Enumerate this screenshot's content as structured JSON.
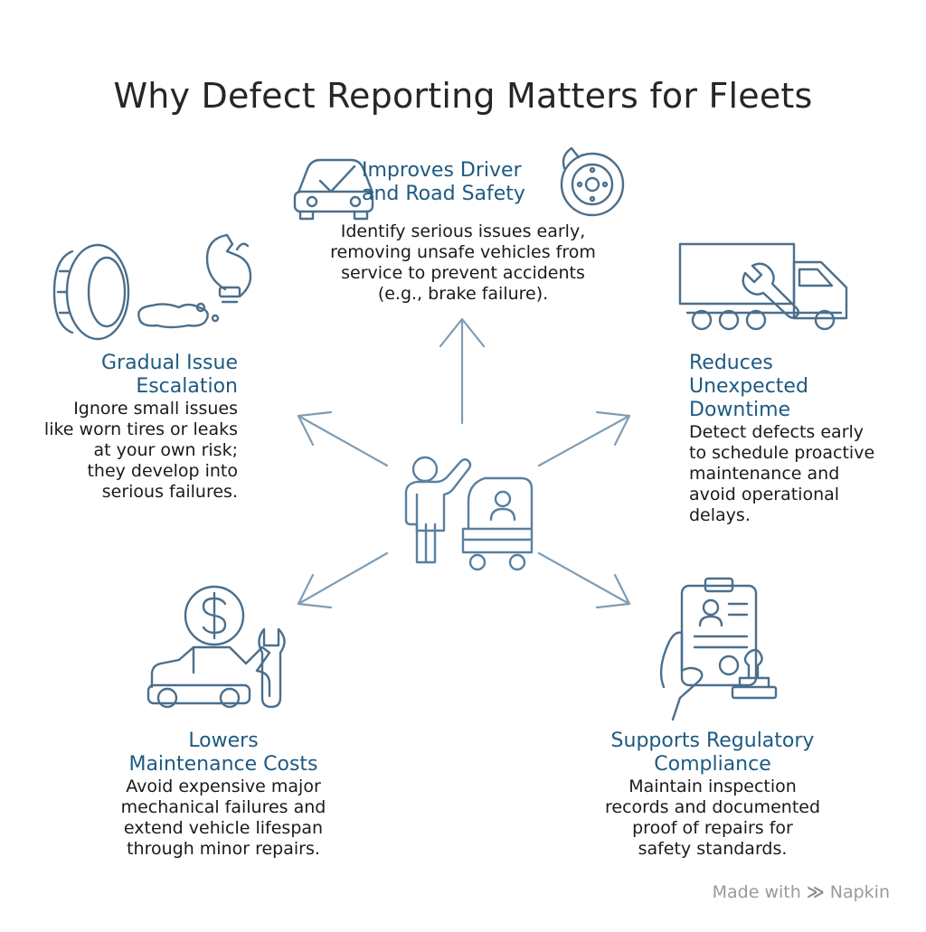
{
  "title": "Why Defect Reporting Matters for Fleets",
  "sections": {
    "safety": {
      "heading": [
        "Improves Driver",
        "and Road Safety"
      ],
      "body": [
        "Identify serious issues early,",
        "removing unsafe vehicles from",
        "service to prevent accidents",
        "(e.g., brake failure)."
      ]
    },
    "escalation": {
      "heading": [
        "Gradual Issue",
        "Escalation"
      ],
      "body": [
        "Ignore small issues",
        "like worn tires or leaks",
        "at your own risk;",
        "they develop into",
        "serious failures."
      ]
    },
    "downtime": {
      "heading": [
        "Reduces",
        "Unexpected",
        "Downtime"
      ],
      "body": [
        "Detect defects early",
        "to schedule proactive",
        "maintenance and",
        "avoid operational",
        "delays."
      ]
    },
    "costs": {
      "heading": [
        "Lowers",
        "Maintenance Costs"
      ],
      "body": [
        "Avoid expensive major",
        "mechanical failures and",
        "extend vehicle lifespan",
        "through minor repairs."
      ]
    },
    "compliance": {
      "heading": [
        "Supports Regulatory",
        "Compliance"
      ],
      "body": [
        "Maintain inspection",
        "records and documented",
        "proof of repairs for",
        "safety standards."
      ]
    }
  },
  "footer": {
    "prefix": "Made with",
    "brand": "Napkin"
  },
  "icons": [
    "car-check-icon",
    "brake-disc-icon",
    "tire-icon",
    "oil-leak-icon",
    "broken-bulb-icon",
    "truck-icon",
    "wrench-icon",
    "driver-icon",
    "car-icon",
    "dollar-icon",
    "car-hood-open-icon",
    "clipboard-icon",
    "stamp-icon"
  ]
}
